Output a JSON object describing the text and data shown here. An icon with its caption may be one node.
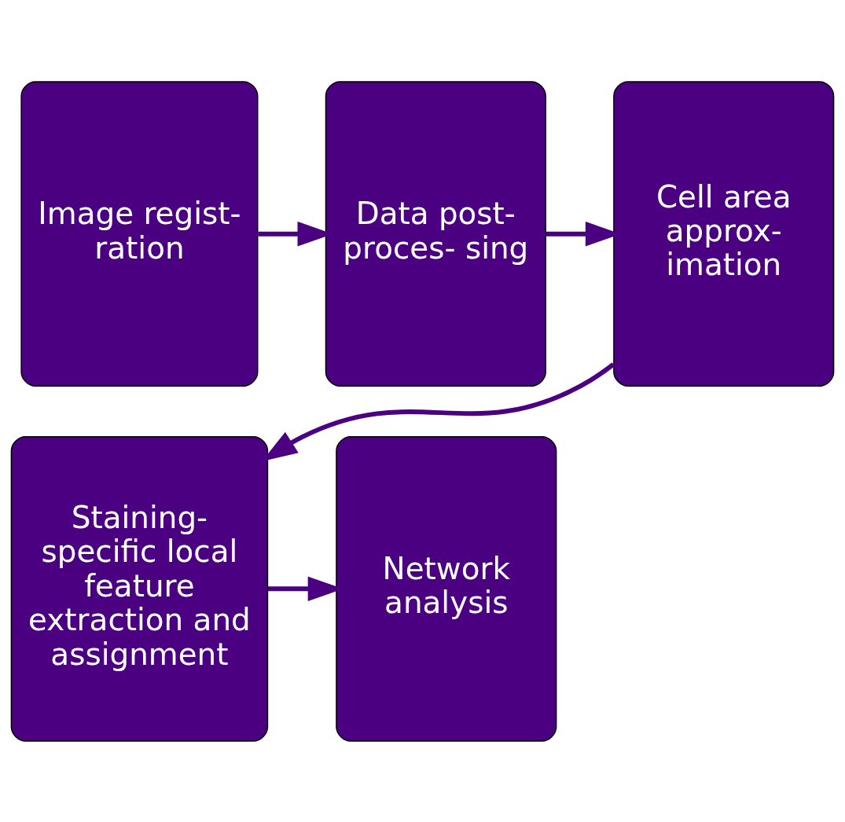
{
  "diagram": {
    "nodes": [
      {
        "text": [
          "Image regist- ration"
        ]
      },
      {
        "text": [
          "Data post- proces- sing"
        ]
      },
      {
        "text": [
          "Cell area approx- imation"
        ]
      },
      {
        "text": [
          "Staining- specific local feature extraction and assignment"
        ]
      },
      {
        "text": [
          "Network analysis"
        ]
      }
    ],
    "edges": [
      {
        "from": 0,
        "to": 1,
        "arrow": "to"
      },
      {
        "from": 1,
        "to": 2,
        "arrow": "to"
      },
      {
        "from": 2,
        "to": 3,
        "arrow": "to"
      },
      {
        "from": 3,
        "to": 4,
        "arrow": "to"
      }
    ]
  }
}
